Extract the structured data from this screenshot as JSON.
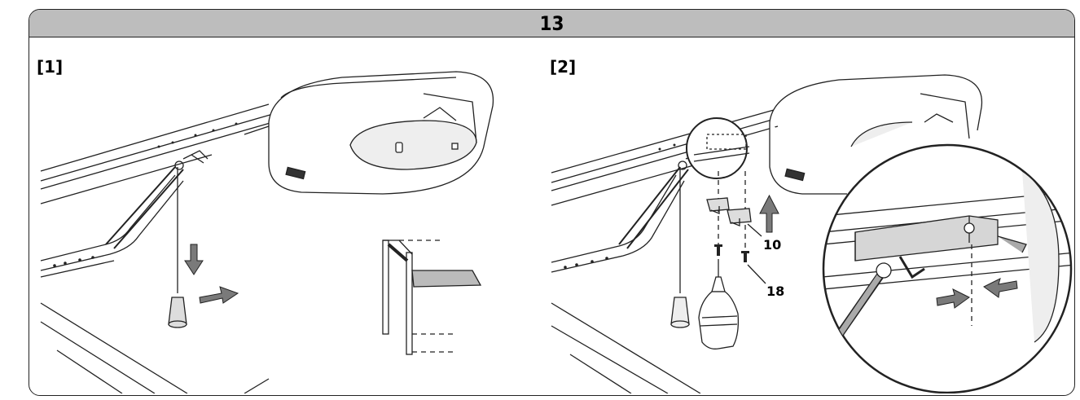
{
  "header": {
    "title": "13"
  },
  "panels": [
    {
      "label": "[1]"
    },
    {
      "label": "[2]"
    }
  ],
  "callouts": [
    {
      "label": "10"
    },
    {
      "label": "18"
    }
  ],
  "colors": {
    "header_bg": "#bdbdbd",
    "arrow_fill": "#7a7a7a",
    "frame": "#222222"
  }
}
